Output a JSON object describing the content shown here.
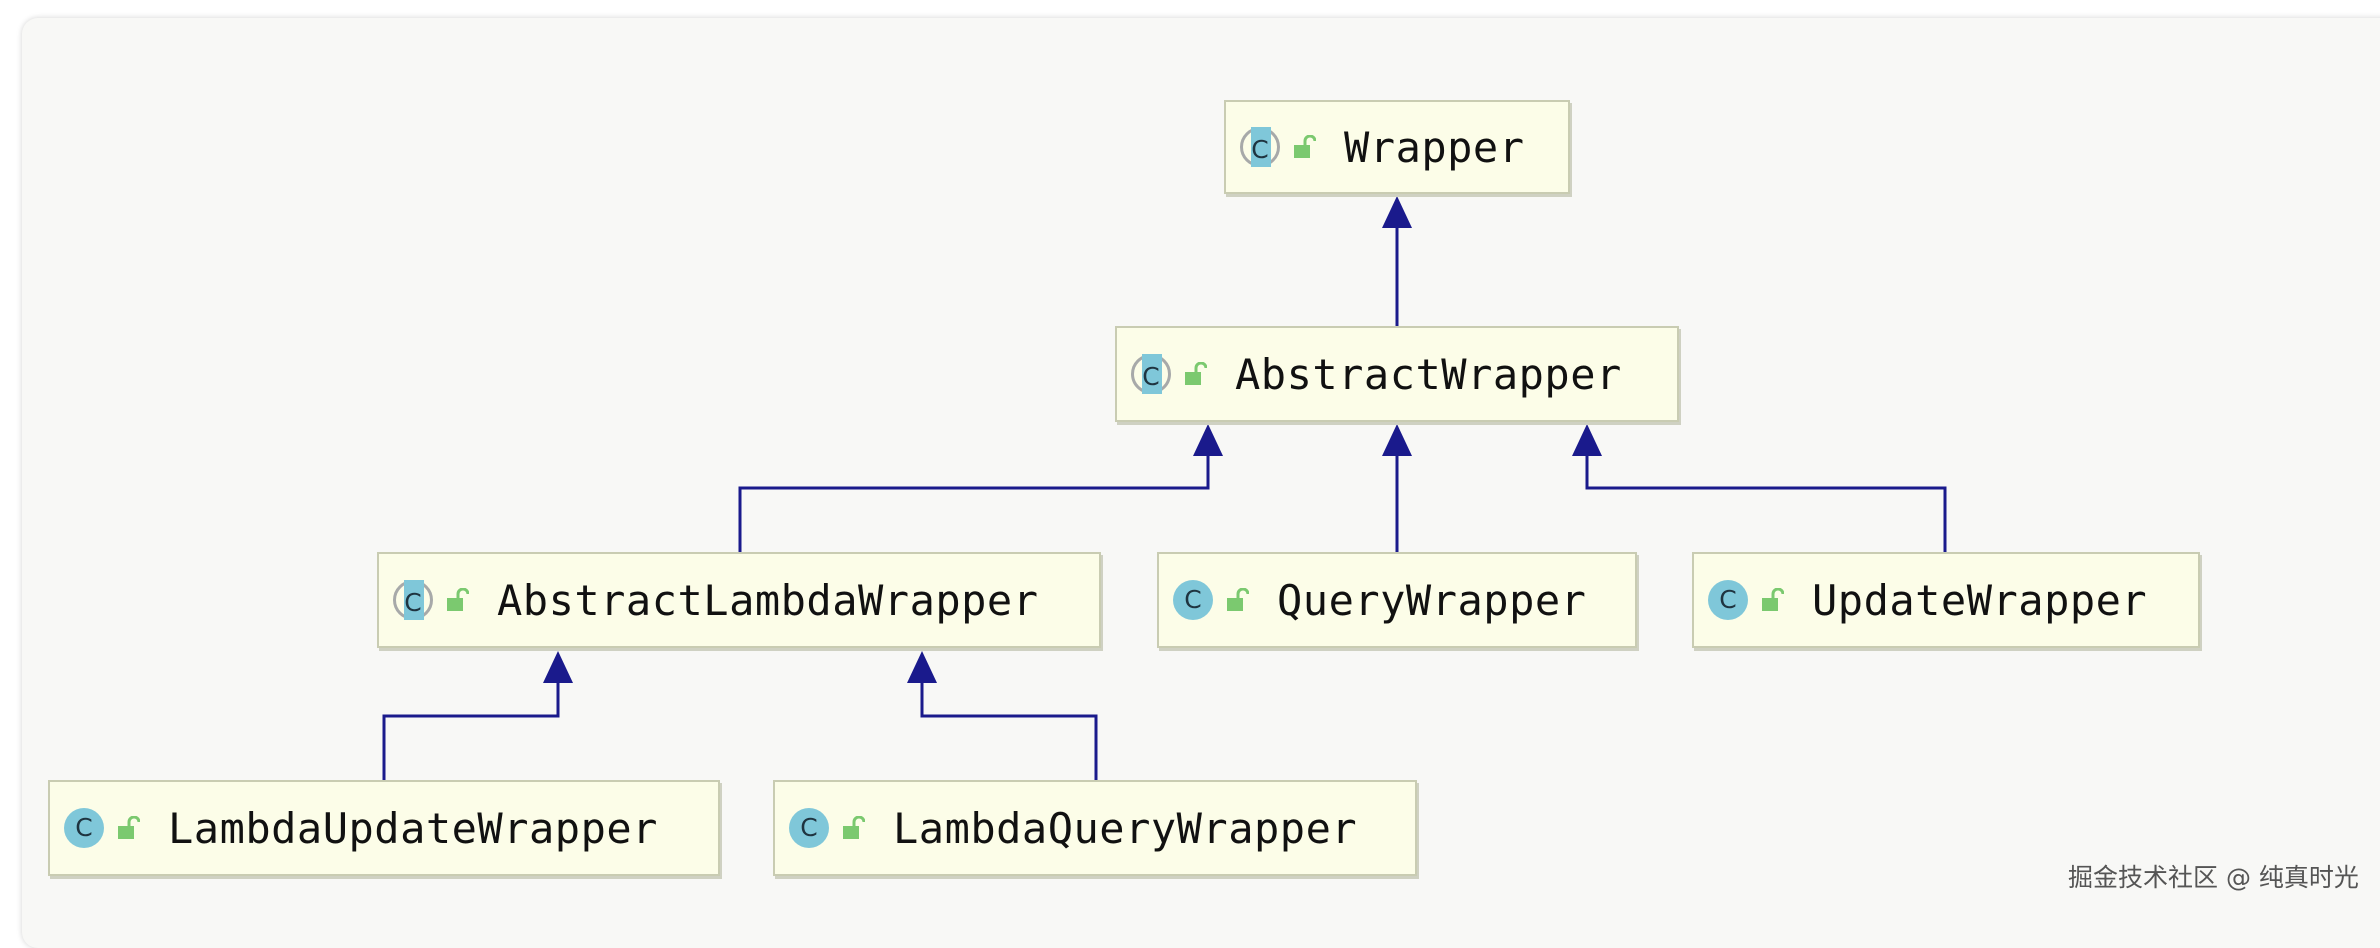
{
  "classes": {
    "wrapper": {
      "label": "Wrapper",
      "kind": "abstract-class",
      "icon_letter": "C"
    },
    "abstract_wrapper": {
      "label": "AbstractWrapper",
      "kind": "abstract-class",
      "icon_letter": "C"
    },
    "abstract_lambda_wrapper": {
      "label": "AbstractLambdaWrapper",
      "kind": "abstract-class",
      "icon_letter": "C"
    },
    "query_wrapper": {
      "label": "QueryWrapper",
      "kind": "class",
      "icon_letter": "C"
    },
    "update_wrapper": {
      "label": "UpdateWrapper",
      "kind": "class",
      "icon_letter": "C"
    },
    "lambda_update_wrapper": {
      "label": "LambdaUpdateWrapper",
      "kind": "class",
      "icon_letter": "C"
    },
    "lambda_query_wrapper": {
      "label": "LambdaQueryWrapper",
      "kind": "class",
      "icon_letter": "C"
    }
  },
  "inheritance": [
    {
      "from": "AbstractWrapper",
      "to": "Wrapper"
    },
    {
      "from": "AbstractLambdaWrapper",
      "to": "AbstractWrapper"
    },
    {
      "from": "QueryWrapper",
      "to": "AbstractWrapper"
    },
    {
      "from": "UpdateWrapper",
      "to": "AbstractWrapper"
    },
    {
      "from": "LambdaUpdateWrapper",
      "to": "AbstractLambdaWrapper"
    },
    {
      "from": "LambdaQueryWrapper",
      "to": "AbstractLambdaWrapper"
    }
  ],
  "colors": {
    "node_fill": "#fcfde8",
    "edge": "#1a1a8c",
    "class_icon": "#7fc7d9",
    "lock_icon": "#7bc96f"
  },
  "watermark": "掘金技术社区 @ 纯真时光"
}
